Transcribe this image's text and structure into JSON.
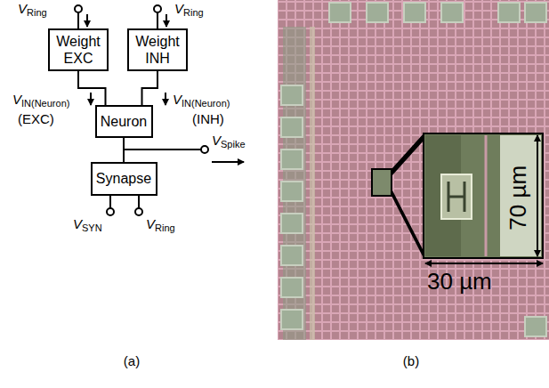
{
  "diagram": {
    "nodes": [
      {
        "text": [
          "Weight EXC"
        ]
      },
      {
        "text": [
          "Weight INH"
        ]
      },
      {
        "text": [
          "Neuron"
        ]
      },
      {
        "text": [
          "Synapse"
        ]
      }
    ],
    "edges": [
      {
        "from": 0,
        "to": 2,
        "arrow": "none"
      },
      {
        "from": 1,
        "to": 2,
        "arrow": "none"
      },
      {
        "from": 2,
        "to": 3,
        "arrow": "none"
      }
    ],
    "labels": [
      "VRing",
      "VRing",
      "VIN(Neuron)",
      "(EXC)",
      "VIN(Neuron)",
      "(INH)",
      "VSpike",
      "VSYN",
      "VRing",
      "70 µm",
      "30 µm",
      "(a)",
      "(b)"
    ]
  }
}
